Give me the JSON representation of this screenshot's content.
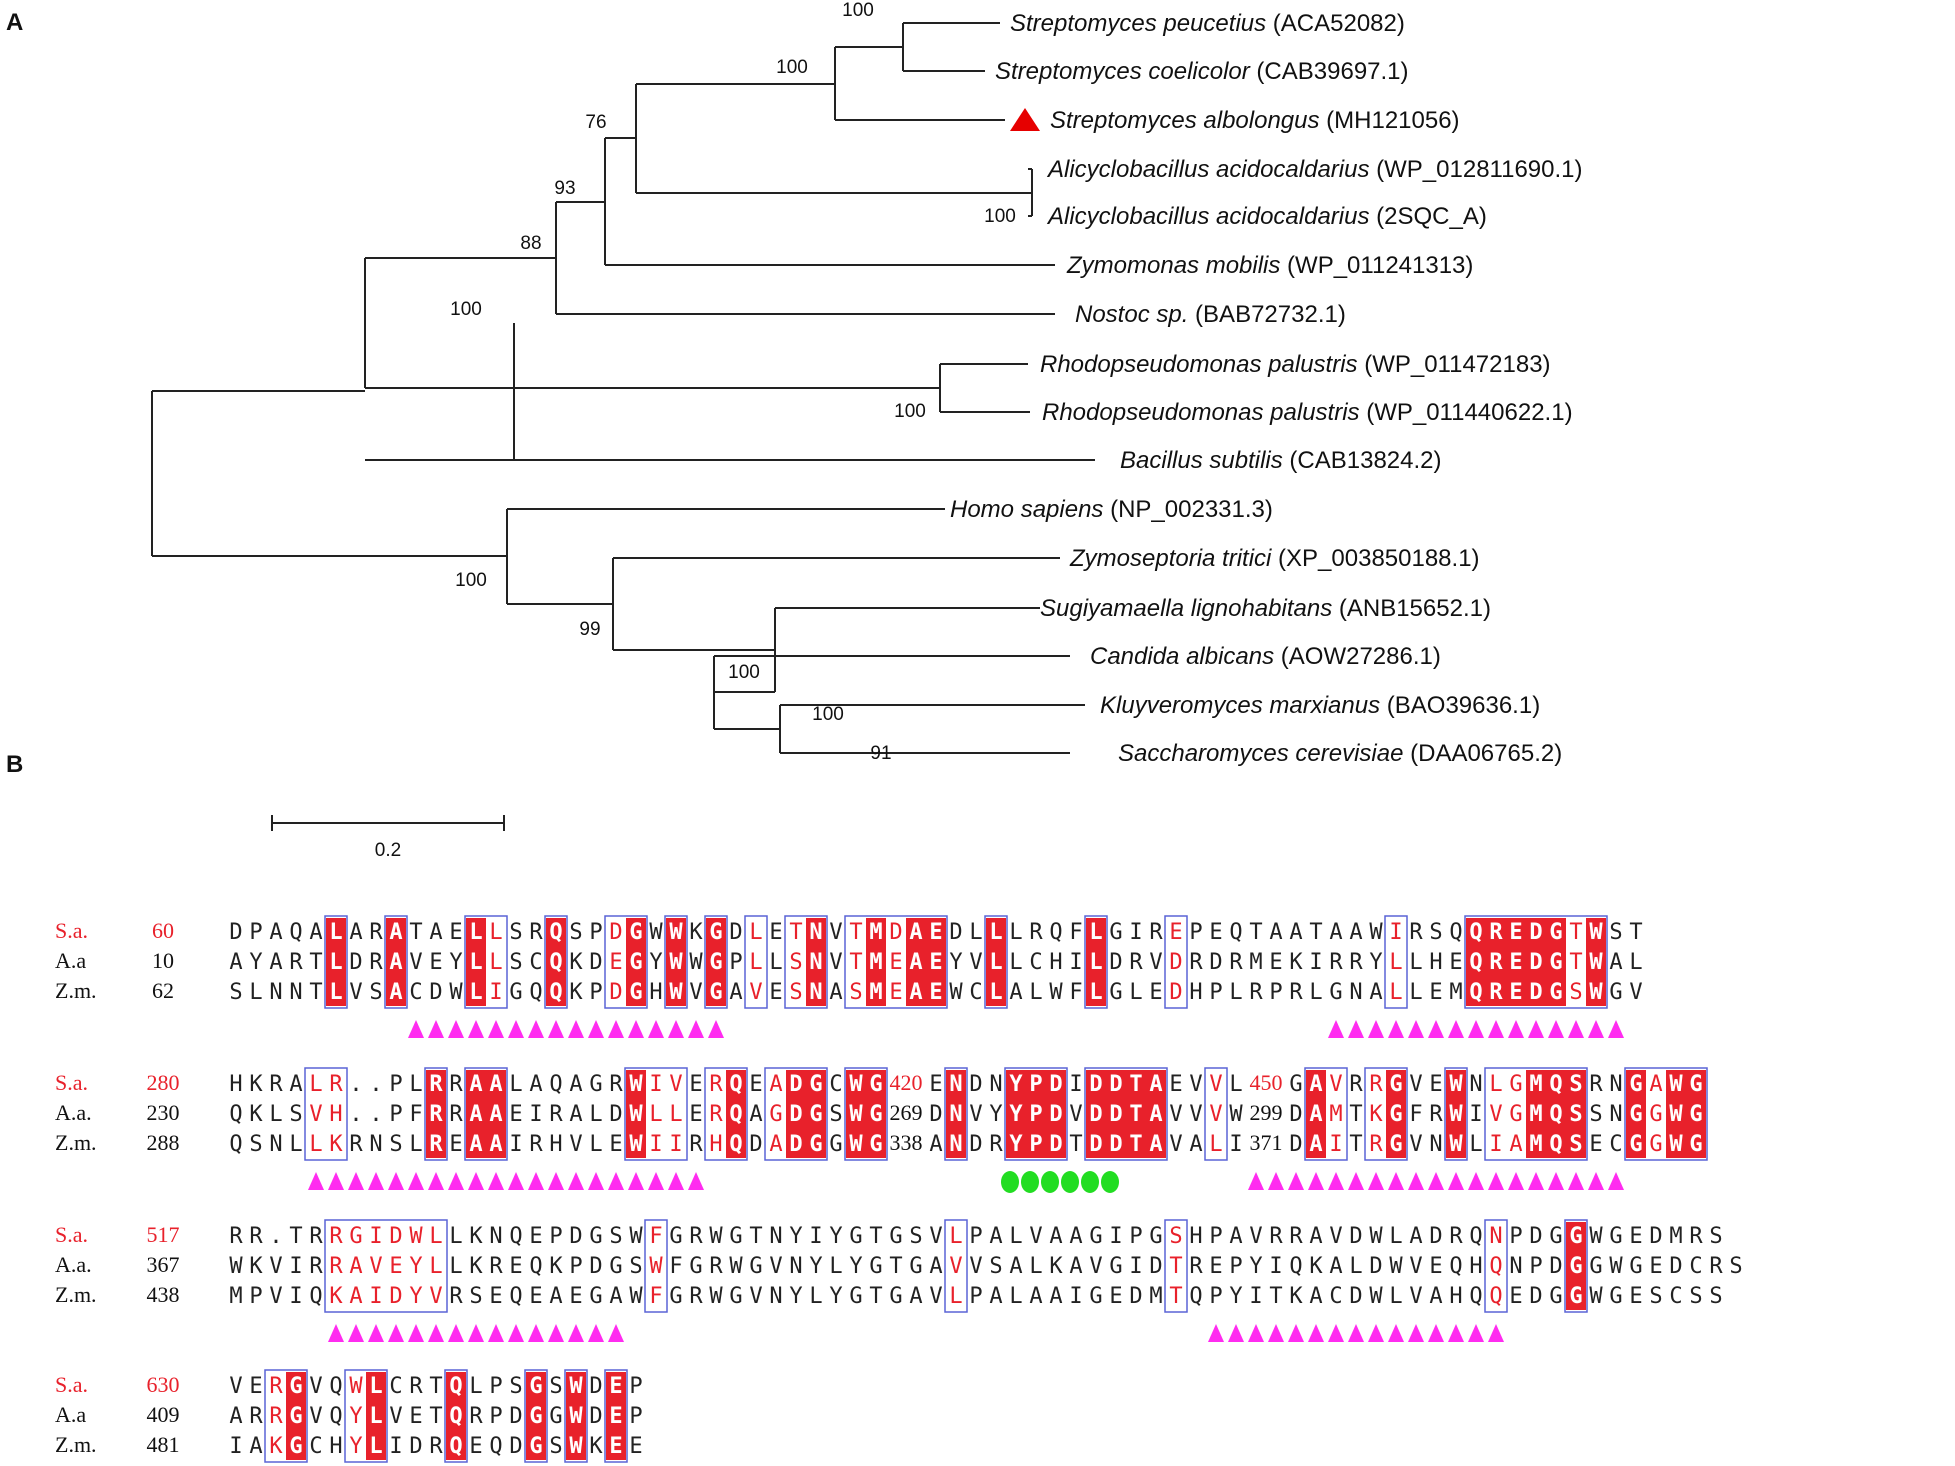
{
  "colors": {
    "identical_bg": "#e8212b",
    "similar_text": "#e8212b",
    "box_border": "#5a63d6",
    "helix_marker": "#ff2cf0",
    "motif_marker": "#22dd22",
    "highlight_triangle": "#e60000"
  },
  "panels": {
    "a": "A",
    "b": "B"
  },
  "tree": {
    "taxa": [
      {
        "name": "Streptomyces peucetius",
        "acc": "(ACA52082)"
      },
      {
        "name": "Streptomyces coelicolor",
        "acc": "(CAB39697.1)"
      },
      {
        "name": "Streptomyces albolongus",
        "acc": "(MH121056)",
        "highlight": true
      },
      {
        "name": "Alicyclobacillus acidocaldarius",
        "acc": "(WP_012811690.1)"
      },
      {
        "name": "Alicyclobacillus acidocaldarius",
        "acc": "(2SQC_A)"
      },
      {
        "name": "Zymomonas mobilis",
        "acc": "(WP_011241313)"
      },
      {
        "name": "Nostoc sp.",
        "acc": "(BAB72732.1)"
      },
      {
        "name": "Rhodopseudomonas palustris",
        "acc": "(WP_011472183)"
      },
      {
        "name": "Rhodopseudomonas palustris",
        "acc": "(WP_011440622.1)"
      },
      {
        "name": "Bacillus subtilis",
        "acc": "(CAB13824.2)"
      },
      {
        "name": "Homo sapiens",
        "acc": "(NP_002331.3)"
      },
      {
        "name": "Zymoseptoria tritici",
        "acc": "(XP_003850188.1)"
      },
      {
        "name": "Sugiyamaella lignohabitans",
        "acc": "(ANB15652.1)"
      },
      {
        "name": "Candida albicans",
        "acc": "(AOW27286.1)"
      },
      {
        "name": "Kluyveromyces marxianus",
        "acc": "(BAO39636.1)"
      },
      {
        "name": "Saccharomyces cerevisiae",
        "acc": "(DAA06765.2)"
      }
    ],
    "bootstrap": [
      "100",
      "100",
      "76",
      "100",
      "93",
      "88",
      "100",
      "100",
      "100",
      "99",
      "100",
      "100",
      "91"
    ],
    "scale": "0.2"
  },
  "alignment": {
    "blocks": [
      {
        "labels": [
          "S.a.",
          "A.a",
          "Z.m."
        ],
        "starts": [
          "60",
          "10",
          "62"
        ],
        "segments": [
          {
            "rows": [
              "DPAQALARATAELLSRQSPDGWWKGDLETNVTMDAEDLLLRQFLGIREPEQTAATAAWIRSQQREDGTWST",
              "AYARTLDRAVEYLLSCQKDEGYWWGPLLSNVTMEAEYVLLCHILDRVDRDRMEKIRRYLLHEQREDGTWAL",
              "SLNNTLVSACDWLIGQQKPDGHWVGAVESNASMEAEWCLALWFLGLEDHPLRPRLGNALLEMQREDGSWGV"
            ]
          }
        ],
        "helices": [
          [
            9,
            24
          ],
          [
            55,
            69
          ]
        ],
        "motifs": []
      },
      {
        "labels": [
          "S.a.",
          "A.a.",
          "Z.m."
        ],
        "starts": [
          "280",
          "230",
          "288"
        ],
        "segments": [
          {
            "rows": [
              "HKRALR..PLRRAALAQAGRWIVERQEADGCWG",
              "QKLSVH..PFRRAAEIRALDWLLERQAGDGSWG",
              "QSNLLKRNSLREAAIRHVLEWIIRHQDADGGWG"
            ]
          },
          {
            "nums": [
              "420",
              "269",
              "338"
            ],
            "rows": [
              "ENDNYPDIDDTAEVVL",
              "DNVYYPDVDDTAVVVW",
              "ANDRYPDTDDTAVALI"
            ]
          },
          {
            "nums": [
              "450",
              "299",
              "371"
            ],
            "rows": [
              "GAVRRGVEWNLGMQSRNGAWG",
              "DAMTKGFRWIVGMQSSNGGWG",
              "DAITRGVNWLIAMQSECGGWG"
            ]
          }
        ],
        "helices": [
          [
            4,
            23
          ],
          [
            51,
            69
          ]
        ],
        "motifs": [
          [
            38,
            43
          ]
        ]
      },
      {
        "labels": [
          "S.a.",
          "A.a.",
          "Z.m."
        ],
        "starts": [
          "517",
          "367",
          "438"
        ],
        "segments": [
          {
            "rows": [
              "RR.TRRGIDWLLKNQEPDGSWFGRWGTNYIYGTGSVLPALVAAGIPGSHPAVRRAVDWLADRQNPDGGWGEDMRS",
              "WKVIRRAVEYLLKREQKPDGSWFGRWGVNYLYGTGAVVSALKAVGIDTREPYIQKALDWVEQHQNPDGGWGEDCRS",
              "MPVIQKAIDYVRSEQEAEGAWFGRWGVNYLYGTGAVLPALAAIGEDMTQPYITKACDWLVAHQQEDGGWGESCSS"
            ]
          }
        ],
        "helices": [
          [
            5,
            19
          ],
          [
            49,
            63
          ]
        ],
        "motifs": []
      },
      {
        "labels": [
          "S.a.",
          "A.a",
          "Z.m."
        ],
        "starts": [
          "630",
          "409",
          "481"
        ],
        "segments": [
          {
            "rows": [
              "VERGVQWLCRTQLPSGSWDEP",
              "ARRGVQYLVETQRPDGGWDEP",
              "IAKGCHYLIDRQEQDGSWKEE"
            ]
          }
        ],
        "helices": [
          [
            2,
            18
          ]
        ],
        "motifs": []
      }
    ]
  }
}
